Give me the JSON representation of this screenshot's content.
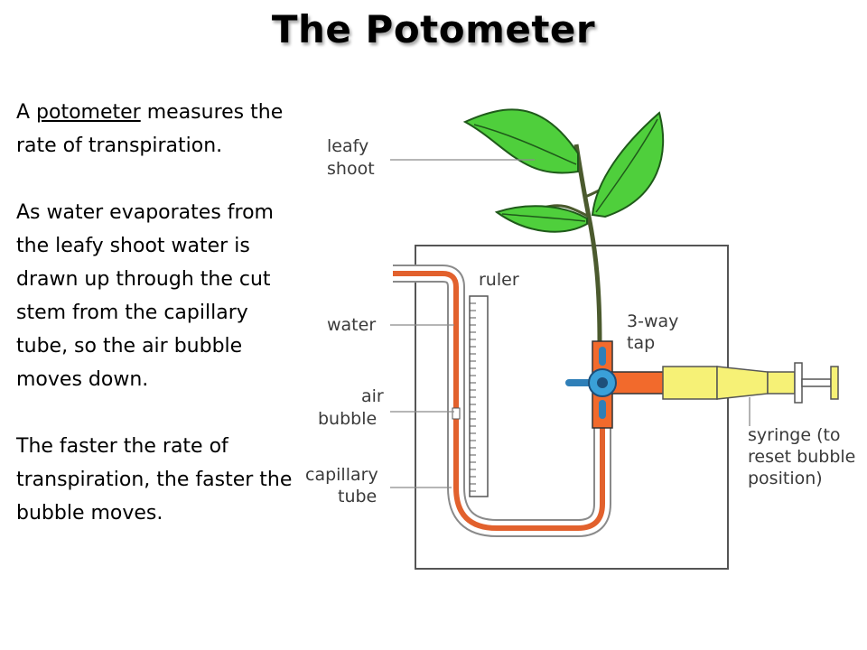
{
  "title": "The Potometer",
  "text": {
    "p1_before": "A ",
    "p1_term": "potometer",
    "p1_after": " measures the rate of transpiration.",
    "p2": "As water evaporates from the leafy shoot water is drawn up through the cut stem from the capillary tube, so the air bubble moves down.",
    "p3": "The faster the rate of transpiration, the faster the bubble moves."
  },
  "diagram": {
    "labels": {
      "leafy_1": "leafy",
      "leafy_2": "shoot",
      "ruler": "ruler",
      "water": "water",
      "air_1": "air",
      "air_2": "bubble",
      "capillary_1": "capillary",
      "capillary_2": "tube",
      "tap_1": "3-way",
      "tap_2": "tap",
      "syringe_1": "syringe (to",
      "syringe_2": "reset bubble",
      "syringe_3": "position)"
    },
    "colors": {
      "leaf": "#4fcf3c",
      "leaf_dark": "#1f5a1a",
      "stem": "#4b5a2e",
      "tube": "#e2612d",
      "tap": "#f26a2c",
      "tap_knob": "#3aa0d8",
      "syringe": "#f6f176",
      "frame": "#555555"
    }
  }
}
